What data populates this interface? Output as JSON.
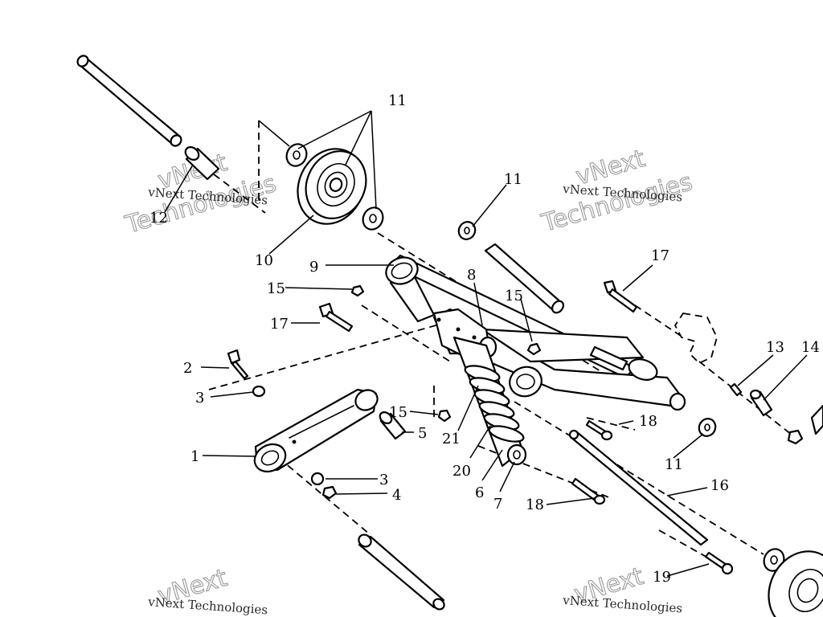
{
  "diagram": {
    "callouts": {
      "c1": "1",
      "c2": "2",
      "c3a": "3",
      "c3b": "3",
      "c4": "4",
      "c5": "5",
      "c6": "6",
      "c7": "7",
      "c8": "8",
      "c9": "9",
      "c10": "10",
      "c11a": "11",
      "c11b": "11",
      "c11c": "11",
      "c12": "12",
      "c13": "13",
      "c14": "14",
      "c15a": "15",
      "c15b": "15",
      "c15c": "15",
      "c16": "16",
      "c17a": "17",
      "c17b": "17",
      "c18a": "18",
      "c18b": "18",
      "c19": "19",
      "c20": "20",
      "c21": "21"
    },
    "watermark": {
      "line1": "vNext Technologies",
      "line2": "vNext",
      "line3": "Technologies"
    }
  }
}
